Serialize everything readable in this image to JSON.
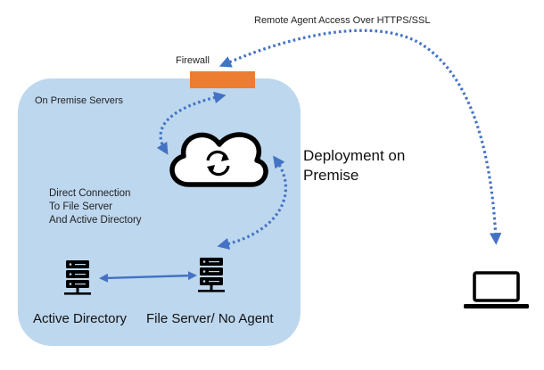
{
  "labels": {
    "remote_access": "Remote Agent Access Over HTTPS/SSL",
    "firewall": "Firewall",
    "on_premise": "On Premise Servers",
    "deployment_line1": "Deployment on",
    "deployment_line2": "Premise",
    "direct_line1": "Direct Connection",
    "direct_line2": "To File Server",
    "direct_line3": "And Active Directory",
    "active_directory": "Active Directory",
    "file_server": "File Server/ No Agent"
  },
  "icons": {
    "cloud": "cloud-sync-icon",
    "ad_server": "server-icon",
    "file_server": "server-icon",
    "remote": "laptop-icon"
  },
  "colors": {
    "premise_fill": "#bdd7ee",
    "firewall": "#ed7d31",
    "connector": "#4472c4",
    "icon": "#000000"
  }
}
